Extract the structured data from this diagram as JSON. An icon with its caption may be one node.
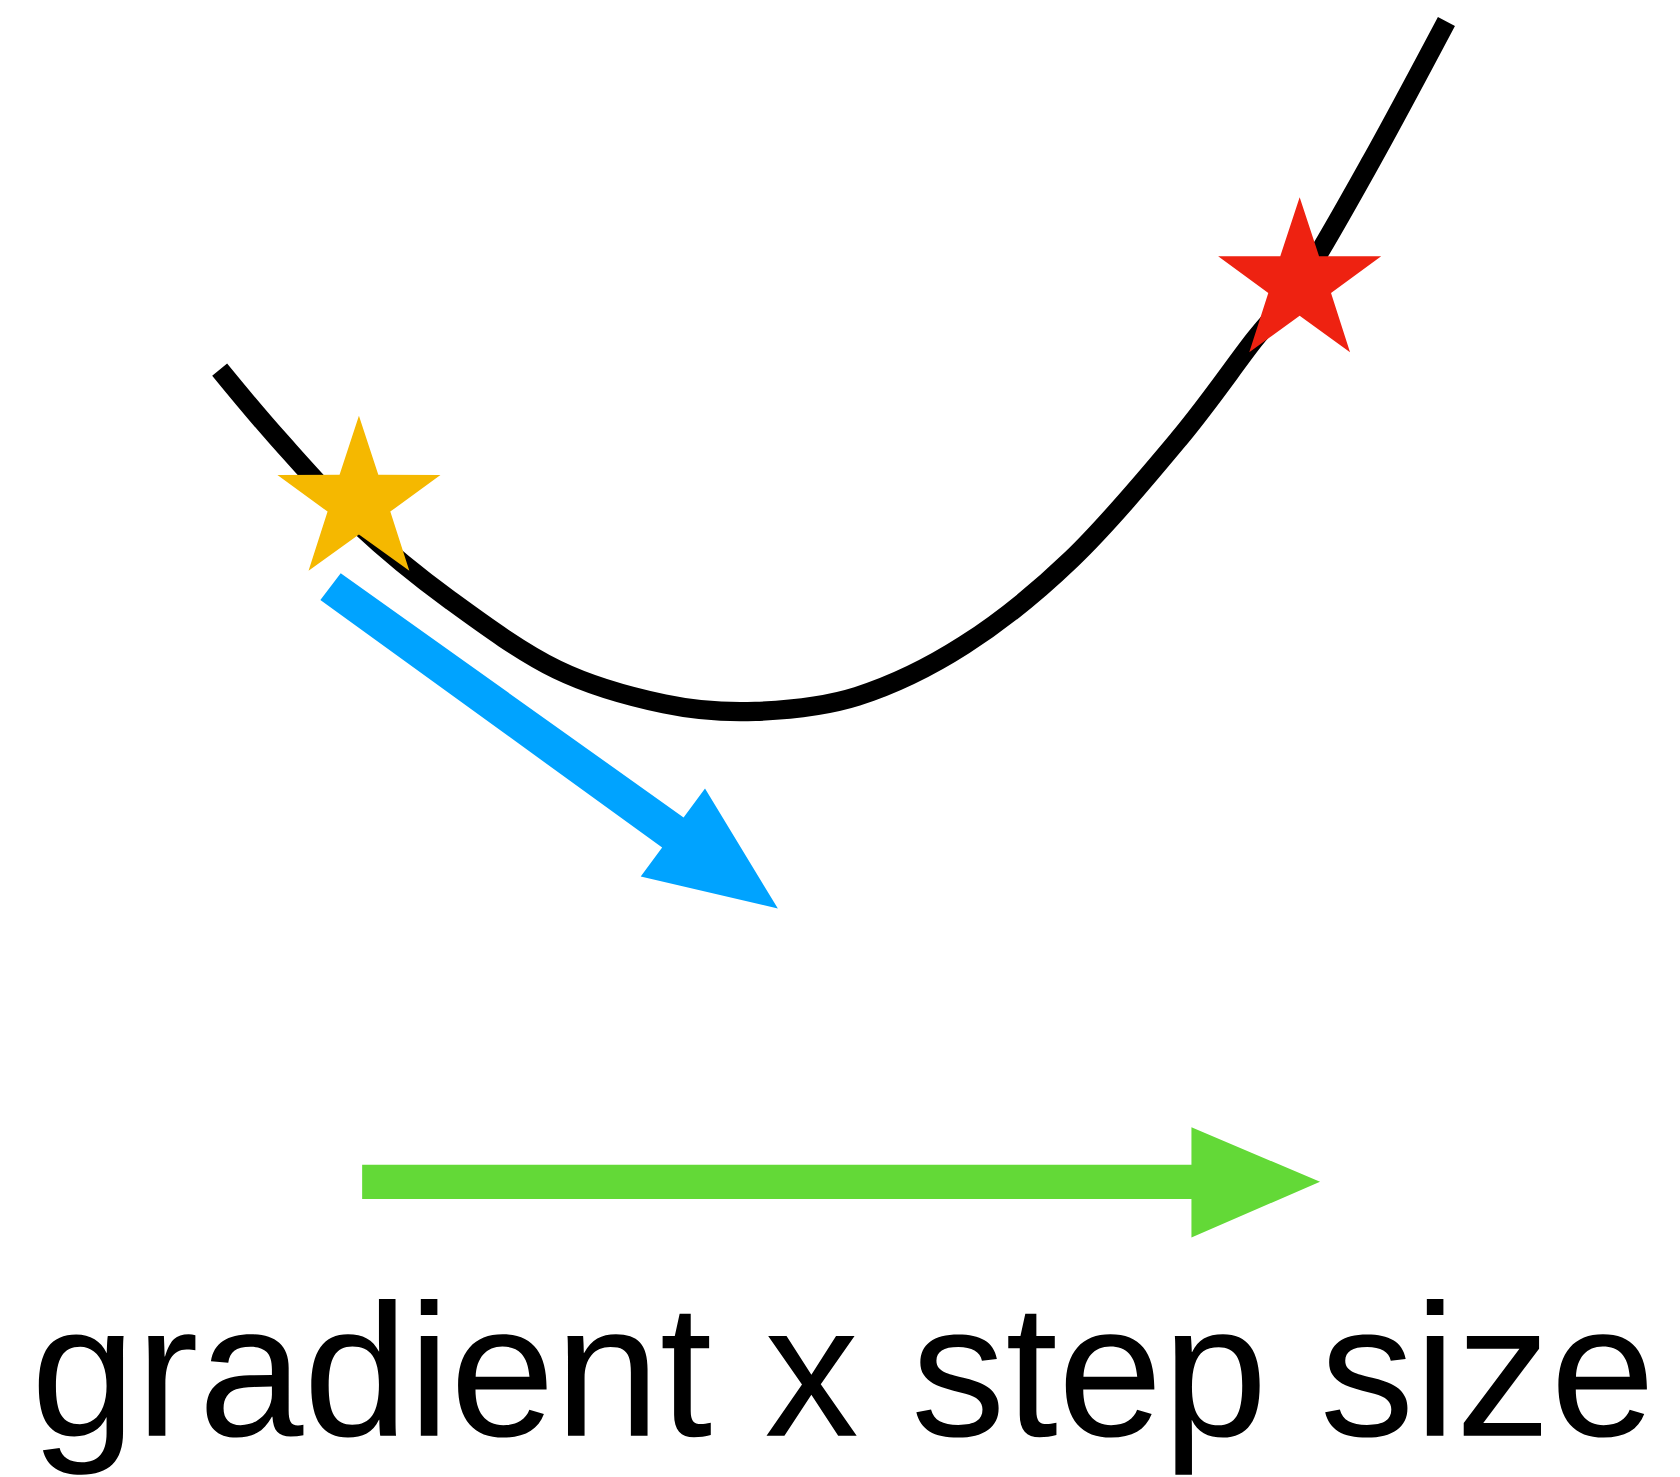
{
  "diagram": {
    "nodes": [
      {
        "text": [],
        "shape": "star"
      },
      {
        "text": [],
        "shape": "star"
      }
    ],
    "labels": [
      "gradient x step size"
    ]
  }
}
